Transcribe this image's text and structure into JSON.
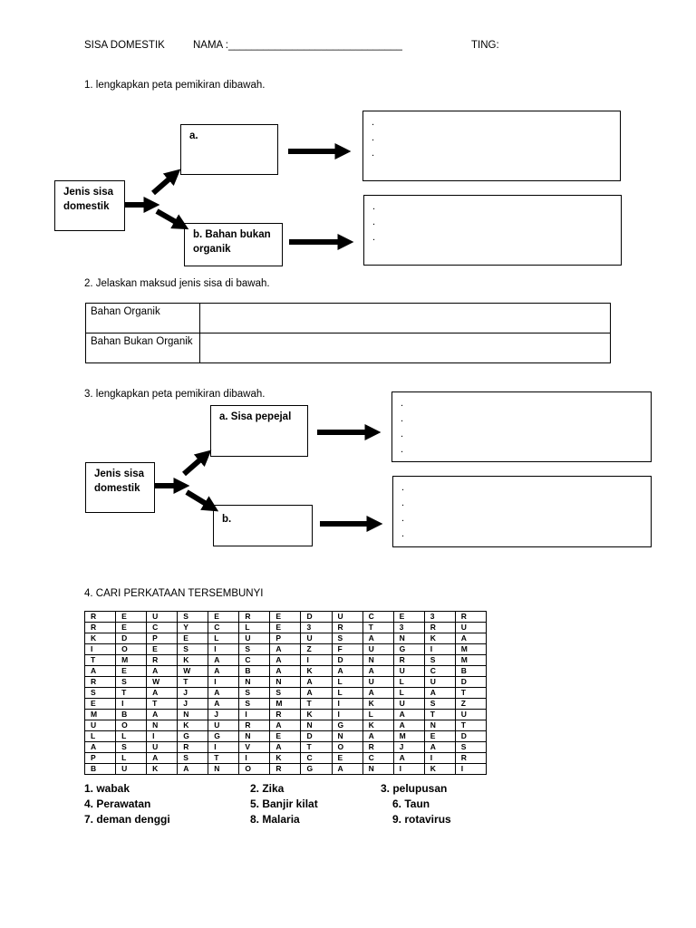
{
  "header": {
    "subject": "SISA DOMESTIK",
    "name_label": "NAMA :______________________________",
    "class_label": "TING:"
  },
  "q1": {
    "title": "1. lengkapkan peta pemikiran dibawah.",
    "root": "Jenis sisa domestik",
    "branch_a": "a.",
    "branch_b": "b. Bahan bukan organik",
    "box_a_dots": [
      ".",
      ".",
      "."
    ],
    "box_b_dots": [
      ".",
      ".",
      "."
    ]
  },
  "q2": {
    "title": "2. Jelaskan maksud jenis sisa di bawah.",
    "rows": [
      {
        "label": "Bahan Organik",
        "answer": ""
      },
      {
        "label": "Bahan Bukan Organik",
        "answer": ""
      }
    ]
  },
  "q3": {
    "title": "3. lengkapkan peta pemikiran dibawah.",
    "root": "Jenis sisa domestik",
    "branch_a": "a. Sisa pepejal",
    "branch_b": "b.",
    "box_a_dots": [
      ".",
      ".",
      ".",
      "."
    ],
    "box_b_dots": [
      ".",
      ".",
      ".",
      "."
    ]
  },
  "q4": {
    "title": "4. CARI PERKATAAN TERSEMBUNYI",
    "grid": [
      [
        "R",
        "E",
        "U",
        "S",
        "E",
        "R",
        "E",
        "D",
        "U",
        "C",
        "E",
        "3",
        "R"
      ],
      [
        "R",
        "E",
        "C",
        "Y",
        "C",
        "L",
        "E",
        "3",
        "R",
        "T",
        "3",
        "R",
        "U"
      ],
      [
        "K",
        "D",
        "P",
        "E",
        "L",
        "U",
        "P",
        "U",
        "S",
        "A",
        "N",
        "K",
        "A"
      ],
      [
        "I",
        "O",
        "E",
        "S",
        "I",
        "S",
        "A",
        "Z",
        "F",
        "U",
        "G",
        "I",
        "M"
      ],
      [
        "T",
        "M",
        "R",
        "K",
        "A",
        "C",
        "A",
        "I",
        "D",
        "N",
        "R",
        "S",
        "M"
      ],
      [
        "A",
        "E",
        "A",
        "W",
        "A",
        "B",
        "A",
        "K",
        "A",
        "A",
        "U",
        "C",
        "B"
      ],
      [
        "R",
        "S",
        "W",
        "T",
        "I",
        "N",
        "N",
        "A",
        "L",
        "U",
        "L",
        "U",
        "D"
      ],
      [
        "S",
        "T",
        "A",
        "J",
        "A",
        "S",
        "S",
        "A",
        "L",
        "A",
        "L",
        "A",
        "T"
      ],
      [
        "E",
        "I",
        "T",
        "J",
        "A",
        "S",
        "M",
        "T",
        "I",
        "K",
        "U",
        "S",
        "Z"
      ],
      [
        "M",
        "B",
        "A",
        "N",
        "J",
        "I",
        "R",
        "K",
        "I",
        "L",
        "A",
        "T",
        "U"
      ],
      [
        "U",
        "O",
        "N",
        "K",
        "U",
        "R",
        "A",
        "N",
        "G",
        "K",
        "A",
        "N",
        "T"
      ],
      [
        "L",
        "L",
        "I",
        "G",
        "G",
        "N",
        "E",
        "D",
        "N",
        "A",
        "M",
        "E",
        "D"
      ],
      [
        "A",
        "S",
        "U",
        "R",
        "I",
        "V",
        "A",
        "T",
        "O",
        "R",
        "J",
        "A",
        "S"
      ],
      [
        "P",
        "L",
        "A",
        "S",
        "T",
        "I",
        "K",
        "C",
        "E",
        "C",
        "A",
        "I",
        "R"
      ],
      [
        "B",
        "U",
        "K",
        "A",
        "N",
        "O",
        "R",
        "G",
        "A",
        "N",
        "I",
        "K",
        "I"
      ]
    ],
    "words": [
      [
        "1. wabak",
        "2. Zika",
        "3. pelupusan"
      ],
      [
        "4. Perawatan",
        "5. Banjir kilat",
        "6. Taun"
      ],
      [
        "7. deman denggi",
        "8. Malaria",
        "9. rotavirus"
      ]
    ]
  }
}
